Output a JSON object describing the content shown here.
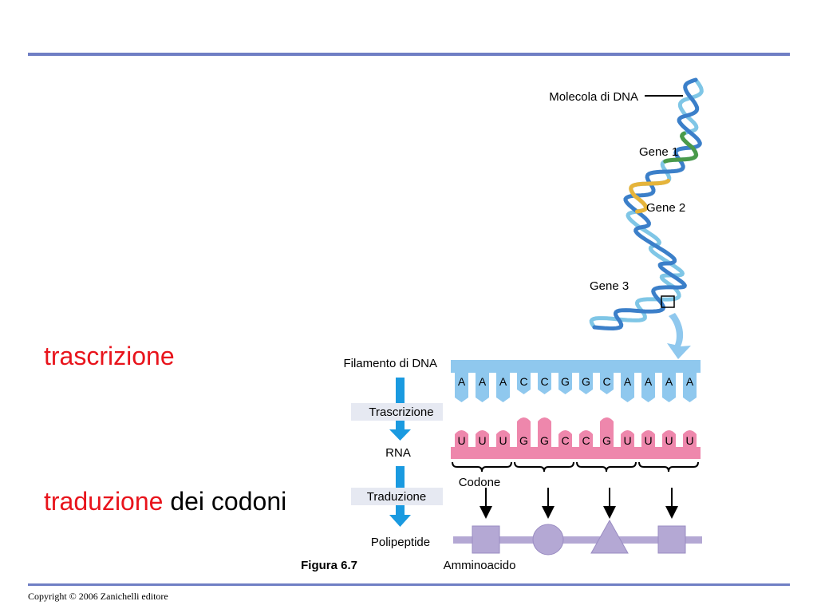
{
  "slide": {
    "word_transcription": "trascrizione",
    "word_translation": "traduzione",
    "word_codons": "dei codoni",
    "figure_label": "Figura 6.7",
    "copyright": "Copyright © 2006 Zanichelli editore"
  },
  "diagram": {
    "dna_molecule_label": "Molecola di DNA",
    "gene_labels": [
      "Gene 1",
      "Gene 2",
      "Gene 3"
    ],
    "dna_strand_label": "Filamento di DNA",
    "transcription_label": "Trascrizione",
    "rna_label": "RNA",
    "translation_label": "Traduzione",
    "polypeptide_label": "Polipeptide",
    "codon_label": "Codone",
    "amino_acid_label": "Amminoacido",
    "dna_bases": [
      "A",
      "A",
      "A",
      "C",
      "C",
      "G",
      "G",
      "C",
      "A",
      "A",
      "A",
      "A"
    ],
    "rna_bases": [
      "U",
      "U",
      "U",
      "G",
      "G",
      "C",
      "C",
      "G",
      "U",
      "U",
      "U",
      "U"
    ],
    "amino_acid_shapes": [
      "square",
      "circle",
      "triangle",
      "square"
    ],
    "colors": {
      "dna_strand": "#8fc8ee",
      "rna_strand": "#ee87ac",
      "helix_blue": "#3b7fc9",
      "helix_light": "#7fc6e6",
      "gene1": "#4a9a4a",
      "gene2": "#e6b43a",
      "process_arrow": "#1a9ae0",
      "amino_acid": "#b4a8d4",
      "label_box": "#e6e9f2"
    }
  }
}
